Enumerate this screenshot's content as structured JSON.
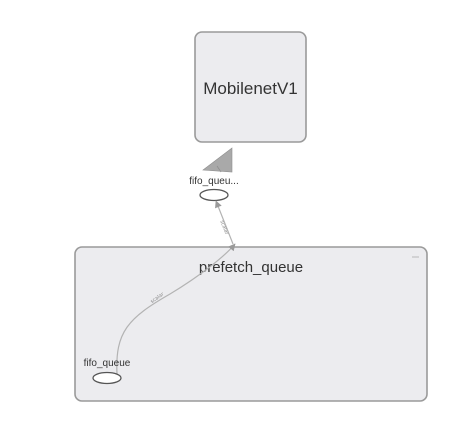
{
  "graph": {
    "nodes": {
      "mobilenet": {
        "label": "MobilenetV1"
      },
      "fifo_queue_outer": {
        "label": "fifo_queu..."
      },
      "prefetch_queue": {
        "label": "prefetch_queue"
      },
      "fifo_queue_inner": {
        "label": "fifo_queue"
      }
    },
    "edges": {
      "inner_to_boundary": {
        "label": "scalar"
      },
      "boundary_to_outer": {
        "label": "scalar"
      }
    }
  },
  "colors": {
    "node_fill": "#ececef",
    "node_stroke": "#9a9a9a",
    "edge": "#b3b3b3",
    "arrowhead": "#a9a9a9"
  }
}
